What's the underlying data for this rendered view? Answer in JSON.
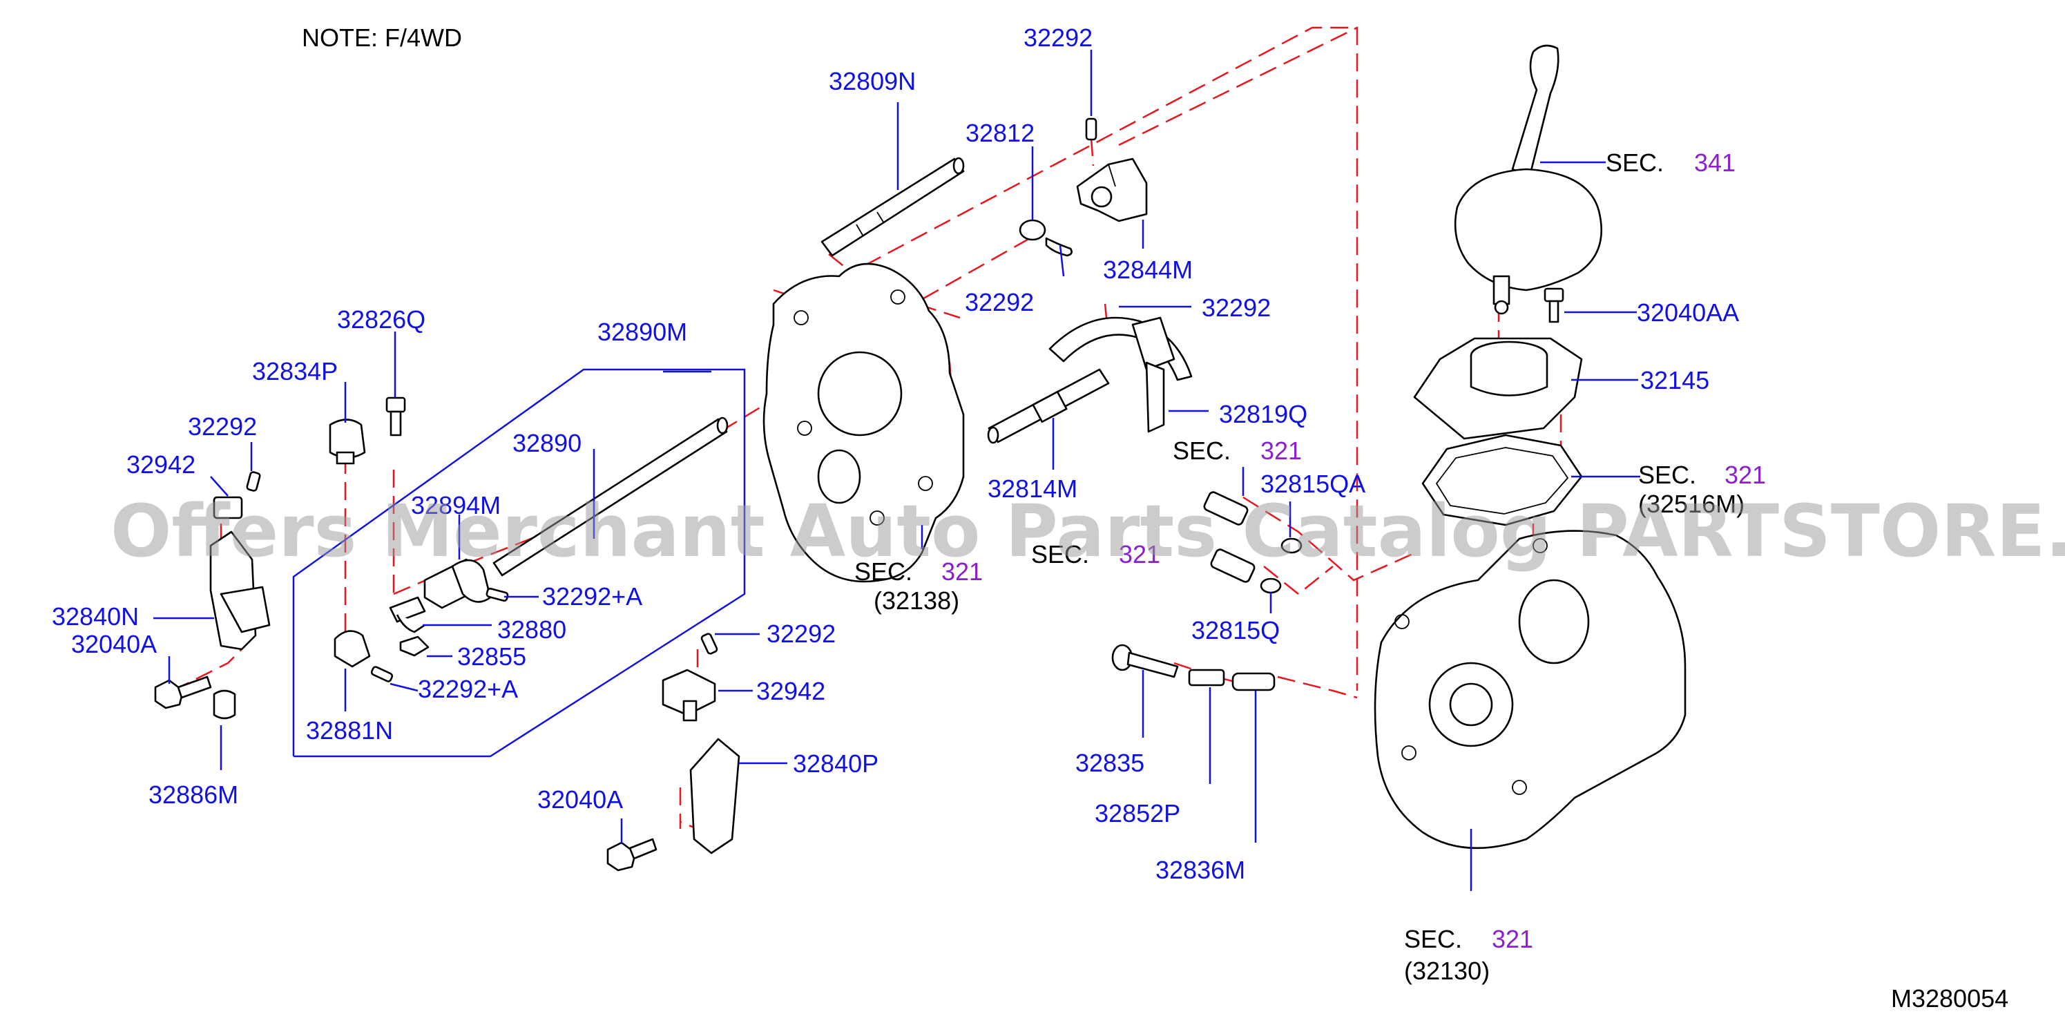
{
  "note": "NOTE:   F/4WD",
  "figure_code": "M3280054",
  "watermark": "Offers Merchant Auto Parts Catalog PARTSTORE.SA",
  "colors": {
    "part_number": "#1010e6",
    "section_ref": "#8a1fd0",
    "dash_line": "#e8141e",
    "text": "#000000"
  },
  "part_labels": {
    "p32292_top": "32292",
    "p32809N": "32809N",
    "p32812": "32812",
    "p32844M": "32844M",
    "p32292_mid": "32292",
    "p32292_fork": "32292",
    "p32819Q": "32819Q",
    "p32814M": "32814M",
    "p32815QA": "32815QA",
    "p32815Q": "32815Q",
    "p32835": "32835",
    "p32852P": "32852P",
    "p32836M": "32836M",
    "p32890M": "32890M",
    "p32890": "32890",
    "p32826Q": "32826Q",
    "p32834P": "32834P",
    "p32292_left": "32292",
    "p32942_left": "32942",
    "p32894M": "32894M",
    "p32292A_1": "32292+A",
    "p32880": "32880",
    "p32855": "32855",
    "p32292A_2": "32292+A",
    "p32881N": "32881N",
    "p32840N": "32840N",
    "p32040A_left": "32040A",
    "p32886M": "32886M",
    "p32292_low": "32292",
    "p32942_low": "32942",
    "p32840P": "32840P",
    "p32040A_low": "32040A",
    "p32040AA": "32040AA",
    "p32145": "32145"
  },
  "section_refs": {
    "sec_word": "SEC.",
    "s341": {
      "num": "341"
    },
    "s321_gasket": {
      "num": "321",
      "sub": "(32516M)"
    },
    "s321_switch": {
      "num": "321"
    },
    "s321_adapter": {
      "num": "321",
      "sub": "(32138)"
    },
    "s321_mid": {
      "num": "321"
    },
    "s321_case": {
      "num": "321",
      "sub": "(32130)"
    }
  }
}
